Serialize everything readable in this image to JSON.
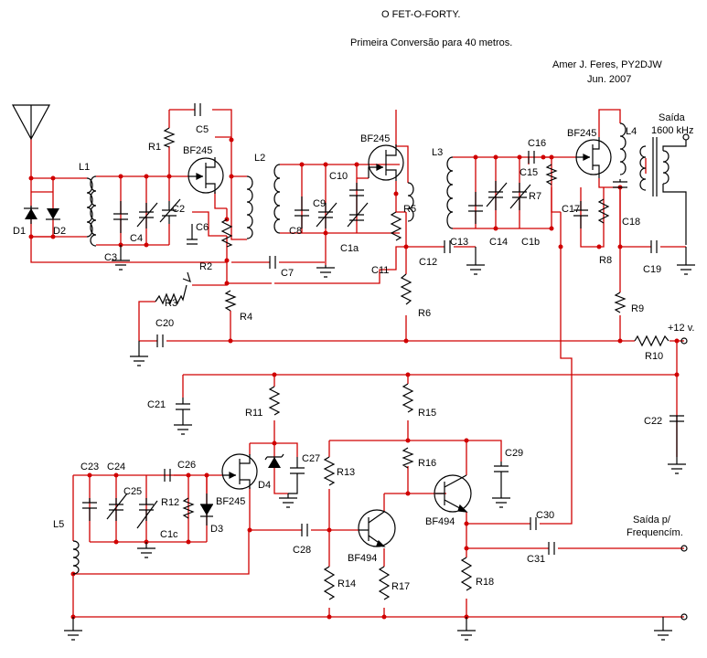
{
  "header": {
    "title": "O  FET-O-FORTY.",
    "subtitle": "Primeira Conversão para 40 metros.",
    "author": "Amer J. Feres, PY2DJW",
    "date": "Jun. 2007"
  },
  "colors": {
    "wire": "#d00000",
    "component": "#000000",
    "background": "#ffffff"
  },
  "labels": {
    "L1": "L1",
    "L2": "L2",
    "L3": "L3",
    "L4": "L4",
    "L5": "L5",
    "D1": "D1",
    "D2": "D2",
    "D3": "D3",
    "D4": "D4",
    "R1": "R1",
    "R2": "R2",
    "R3": "R3",
    "R4": "R4",
    "R5": "R5",
    "R6": "R6",
    "R7": "R7",
    "R8": "R8",
    "R9": "R9",
    "R10": "R10",
    "R11": "R11",
    "R12": "R12",
    "R13": "R13",
    "R14": "R14",
    "R15": "R15",
    "R16": "R16",
    "R17": "R17",
    "R18": "R18",
    "C2": "C2",
    "C3": "C3",
    "C4": "C4",
    "C5": "C5",
    "C6": "C6",
    "C7": "C7",
    "C8": "C8",
    "C9": "C9",
    "C10": "C10",
    "C11": "C11",
    "C12": "C12",
    "C13": "C13",
    "C14": "C14",
    "C15": "C15",
    "C16": "C16",
    "C17": "C17",
    "C18": "C18",
    "C19": "C19",
    "C20": "C20",
    "C21": "C21",
    "C22": "C22",
    "C23": "C23",
    "C24": "C24",
    "C25": "C25",
    "C26": "C26",
    "C27": "C27",
    "C28": "C28",
    "C29": "C29",
    "C30": "C30",
    "C31": "C31",
    "C1a": "C1a",
    "C1b": "C1b",
    "C1c": "C1c",
    "q1": "BF245",
    "q2": "BF245",
    "q3": "BF245",
    "q4": "BF245",
    "q5": "BF494",
    "q6": "BF494",
    "saida1": "Saída",
    "saida2": "1600 kHz",
    "v12": "+12 v.",
    "freq1": "Saída p/",
    "freq2": "Frequencím."
  }
}
